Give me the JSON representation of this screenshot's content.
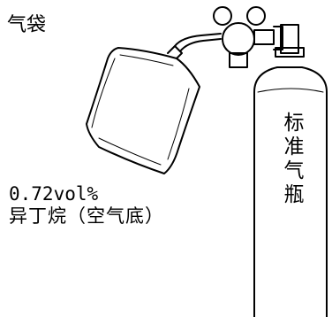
{
  "labels": {
    "bag": "气袋",
    "concentration": "0.72vol%",
    "gas": "异丁烷（空气底）",
    "cylinder": "标准气瓶"
  },
  "colors": {
    "stroke": "#000000",
    "background": "#ffffff"
  },
  "icons": {
    "bag": "gas-bag-icon",
    "regulator": "pressure-regulator-icon",
    "cylinder": "gas-cylinder-icon"
  }
}
